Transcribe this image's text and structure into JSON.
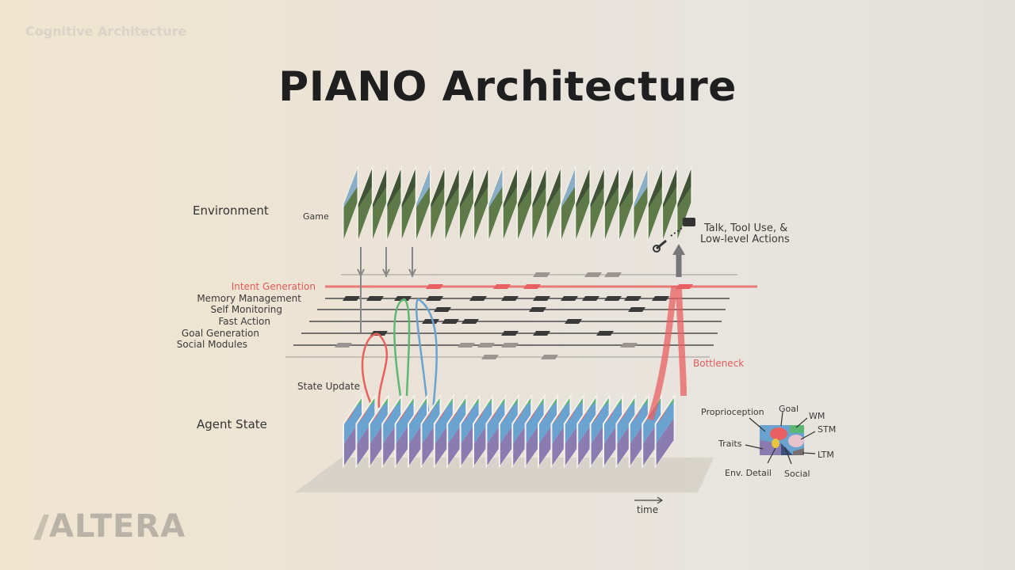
{
  "section_title": "Cognitive Architecture",
  "slide_title": "PIANO Architecture",
  "logo_text": "ALTERA",
  "diagram": {
    "environment_label": "Environment",
    "game_label": "Game",
    "agent_state_label": "Agent State",
    "state_update_label": "State Update",
    "bottleneck_label": "Bottleneck",
    "actions_label_line1": "Talk, Tool Use, &",
    "actions_label_line2": "Low-level Actions",
    "time_label": "time",
    "modules": [
      {
        "name": "Intent Generation",
        "color": "#e05a5a"
      },
      {
        "name": "Memory Management",
        "color": "#3a3a3a"
      },
      {
        "name": "Self Monitoring",
        "color": "#3a3a3a"
      },
      {
        "name": "Fast Action",
        "color": "#3a3a3a"
      },
      {
        "name": "Goal Generation",
        "color": "#3a3a3a"
      },
      {
        "name": "Social Modules",
        "color": "#3a3a3a"
      }
    ],
    "state_components": [
      "Proprioception",
      "Goal",
      "WM",
      "STM",
      "Traits",
      "LTM",
      "Env. Detail",
      "Social"
    ]
  },
  "colors": {
    "red": "#e86060",
    "green": "#5bb872",
    "blue": "#6aa3d0",
    "purple": "#8a7bb0"
  }
}
